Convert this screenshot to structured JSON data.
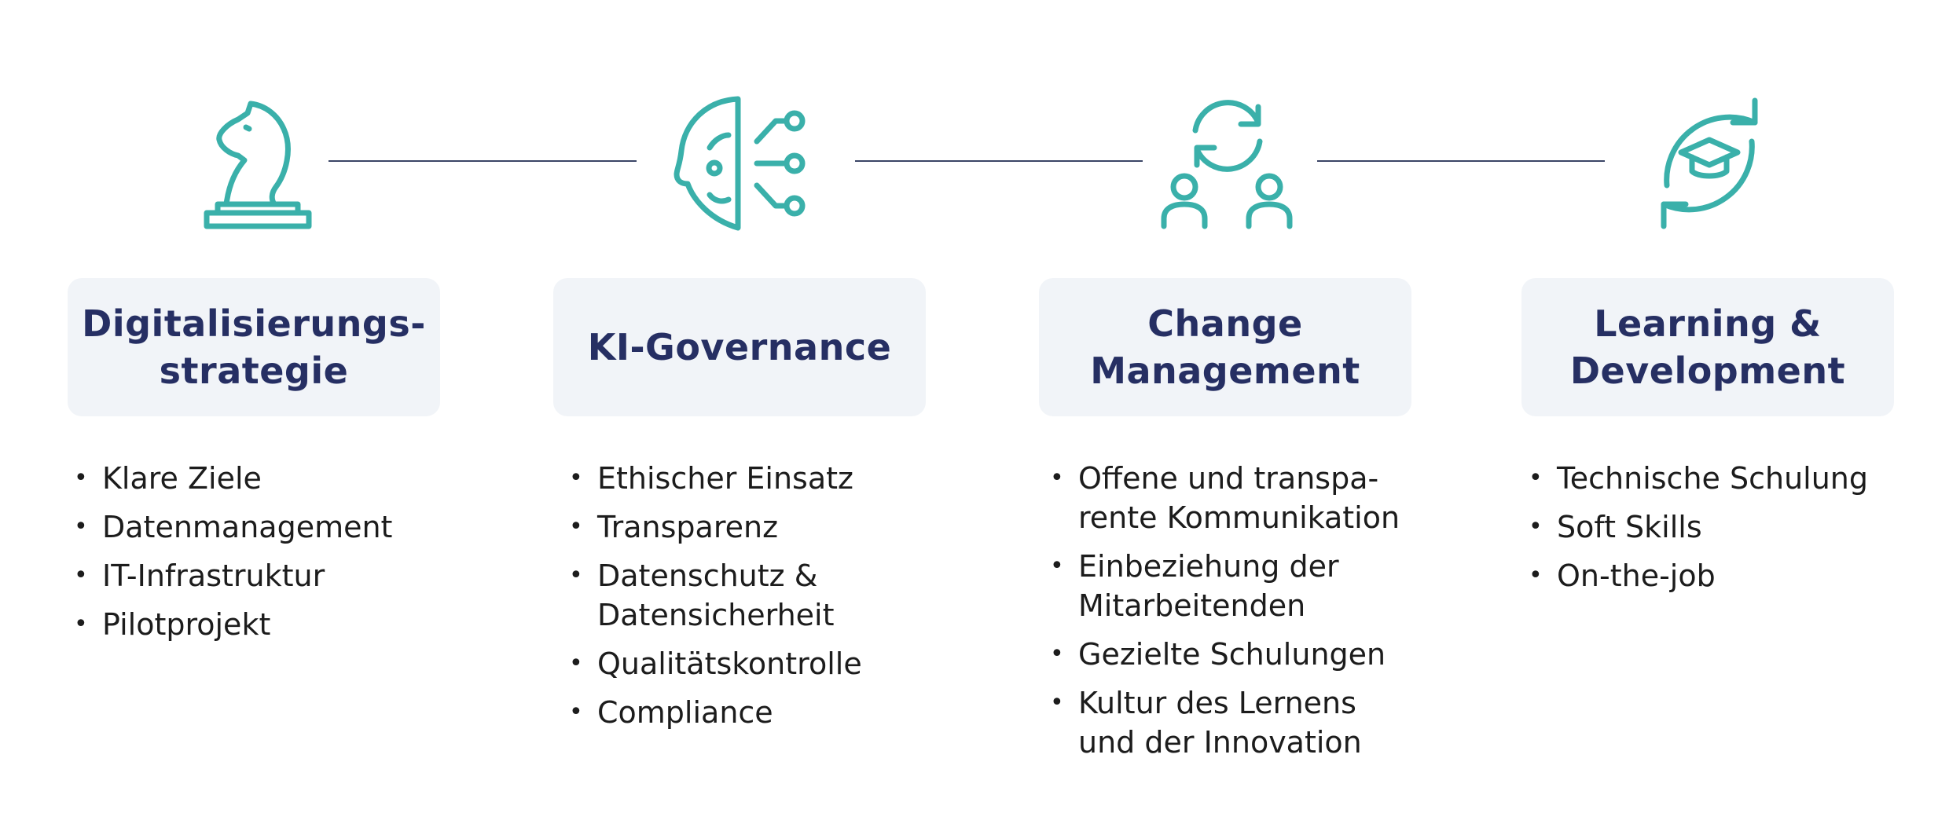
{
  "colors": {
    "accent": "#3ab0aa",
    "title": "#262f63",
    "card": "#f1f4f8",
    "connector": "#3b4566"
  },
  "columns": [
    {
      "icon": "chess-knight-icon",
      "title": "Digitalisierungs-\nstrategie",
      "items": [
        "Klare Ziele",
        "Datenmanagement",
        "IT-Infrastruktur",
        "Pilotprojekt"
      ]
    },
    {
      "icon": "ai-face-network-icon",
      "title": "KI-Governance",
      "items": [
        "Ethischer Einsatz",
        "Transparenz",
        "Datenschutz &\nDatensicherheit",
        "Qualitätskontrolle",
        "Compliance"
      ]
    },
    {
      "icon": "people-refresh-icon",
      "title": "Change\nManagement",
      "items": [
        "Offene und transpa-\nrente Kommunikation",
        "Einbeziehung der\nMitarbeitenden",
        "Gezielte Schulungen",
        "Kultur des Lernens\nund der Innovation"
      ]
    },
    {
      "icon": "graduation-cap-cycle-icon",
      "title": "Learning &\nDevelopment",
      "items": [
        "Technische Schulung",
        "Soft Skills",
        "On-the-job"
      ]
    }
  ]
}
